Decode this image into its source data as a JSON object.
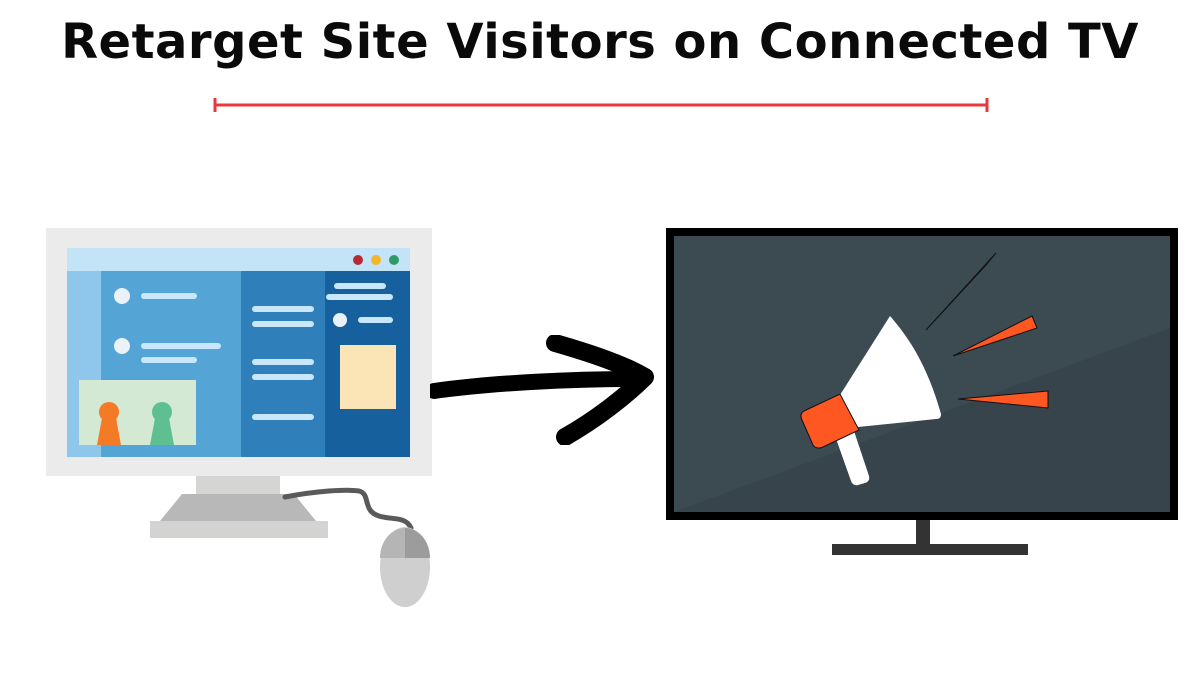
{
  "header": {
    "title": "Retarget Site Visitors on Connected TV",
    "underline_color": "#e8383d"
  },
  "left_illustration": {
    "subject": "desktop-computer",
    "icons": [
      "monitor-icon",
      "browser-window-icon",
      "people-icon",
      "mouse-icon"
    ],
    "window_dots": [
      "#b52a35",
      "#f5b52a",
      "#2e9a6a"
    ],
    "colors": {
      "bezel": "#ebebeb",
      "titlebar": "#c3e4f7",
      "col_light": "#8fc6ec",
      "col_mid": "#55a4d6",
      "col_dark": "#2f7fba",
      "col_darkest": "#17609e",
      "line": "#c8e7fb",
      "note": "#fbe4b6",
      "photo_bg": "#d3e9d3",
      "person_orange": "#f47a26",
      "person_green": "#5ec092",
      "stand": "#d3d3d1",
      "stand_base": "#b8b8b8",
      "cable": "#5a5a5a",
      "mouse": "#cfcfcf"
    }
  },
  "arrow": {
    "icon": "arrow-right-icon",
    "color": "#000000"
  },
  "right_illustration": {
    "subject": "connected-tv",
    "icons": [
      "tv-icon",
      "megaphone-icon"
    ],
    "colors": {
      "frame": "#000000",
      "screen": "#3c4a52",
      "megaphone_body": "#ffffff",
      "megaphone_accent": "#ff5722",
      "stand": "#333333"
    }
  }
}
